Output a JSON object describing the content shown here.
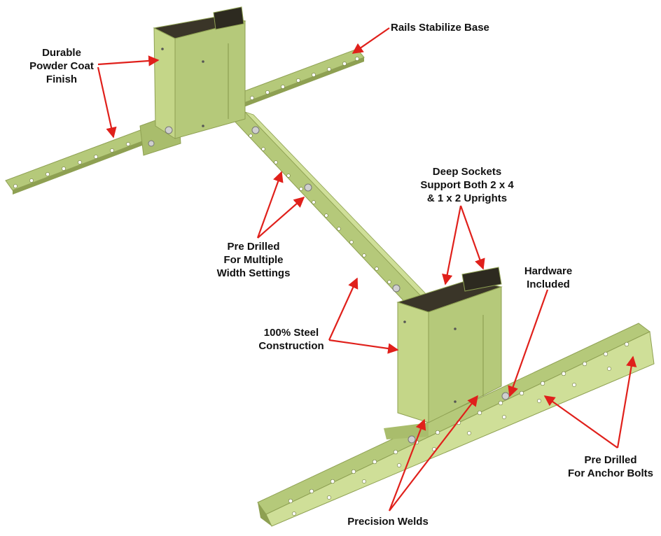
{
  "colors": {
    "steel": "#b5c97a",
    "steel_light": "#cfdf98",
    "steel_dark": "#8ea052",
    "socket_inside": "#3a3528",
    "arrow": "#e0201b",
    "text": "#111111"
  },
  "callouts": {
    "durable_finish": {
      "lines": [
        "Durable",
        "Powder Coat",
        "Finish"
      ]
    },
    "rails_stabilize": {
      "lines": [
        "Rails Stabilize Base"
      ]
    },
    "deep_sockets": {
      "lines": [
        "Deep Sockets",
        "Support Both 2 x 4",
        "& 1 x 2 Uprights"
      ]
    },
    "pre_drilled_width": {
      "lines": [
        "Pre Drilled",
        "For Multiple",
        "Width Settings"
      ]
    },
    "hardware": {
      "lines": [
        "Hardware",
        "Included"
      ]
    },
    "steel_construction": {
      "lines": [
        "100% Steel",
        "Construction"
      ]
    },
    "anchor_bolts": {
      "lines": [
        "Pre Drilled",
        "For Anchor Bolts"
      ]
    },
    "precision_welds": {
      "lines": [
        "Precision Welds"
      ]
    }
  }
}
